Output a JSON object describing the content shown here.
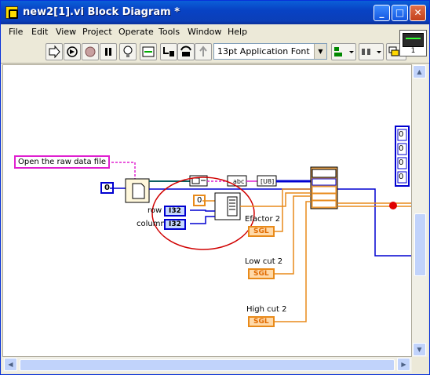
{
  "window": {
    "title": "new2[1].vi Block Diagram *",
    "buttons": {
      "minimize": "_",
      "maximize": "□",
      "close": "✕"
    }
  },
  "menu": [
    {
      "label": "File"
    },
    {
      "label": "Edit"
    },
    {
      "label": "View"
    },
    {
      "label": "Project"
    },
    {
      "label": "Operate"
    },
    {
      "label": "Tools"
    },
    {
      "label": "Window"
    },
    {
      "label": "Help"
    }
  ],
  "toolbar": {
    "font_select": "13pt Application Font"
  },
  "connector_pane": {
    "number": "1"
  },
  "diagram": {
    "file_label": "Open the raw data file",
    "const_zero_left": "0",
    "const_zero_mid": "0",
    "row_label": "row",
    "column_label": "column",
    "row_type": "I32",
    "column_type": "I32",
    "efactor_label": "Efactor 2",
    "lowcut_label": "Low cut 2",
    "highcut_label": "High cut 2",
    "sgl_type": "SGL",
    "array_values": [
      "0",
      "0",
      "0",
      "0"
    ],
    "u8_label": "[U8]",
    "abc_label": "abc"
  },
  "colors": {
    "accent_blue": "#0000d0",
    "orange_wire": "#e88a1a",
    "pink_wire": "#e020d0",
    "red_circle": "#d00000"
  }
}
